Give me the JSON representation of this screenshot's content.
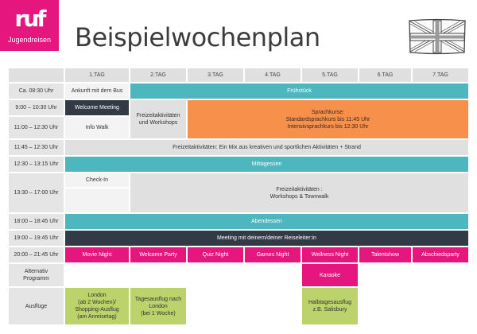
{
  "logo": {
    "mark": "ruf",
    "subtitle": "Jugendreisen"
  },
  "title": "Beispielwochenplan",
  "flag_icon": "uk-flag-icon",
  "colors": {
    "brand_pink": "#e5177e",
    "teal": "#4db6be",
    "dark": "#323a45",
    "orange": "#f7904a",
    "green": "#bcd26a",
    "gray": "#e0e0e0"
  },
  "days": [
    "1.TAG",
    "2.TAG",
    "3.TAG",
    "4.TAG",
    "5.TAG",
    "6.TAG",
    "7.TAG"
  ],
  "rows": {
    "r0830": {
      "time": "Ca. 08:30 Uhr",
      "arrival": "Ankunft mit dem Bus",
      "breakfast": "Frühstück"
    },
    "r0900": {
      "time": "9:00 – 10:30 Uhr",
      "welcome": "Welcome Meeting",
      "leisure": "Freizeitaktivitäten\nund Workshops",
      "course": "Sprachkurse:\nStandardsprachkurs bis 11:45 Uhr\nIntensivsprachkurs bis 12:30 Uhr"
    },
    "r1100": {
      "time": "11:00 – 12:30 Uhr",
      "infowalk": "Info Walk"
    },
    "r1145": {
      "time": "11:45 – 12:30 Uhr",
      "leisure": "Freizeitaktivitäten: Ein Mix aus kreativen und sportlichen Aktivitäten + Strand"
    },
    "r1230": {
      "time": "12:30 – 13:15 Uhr",
      "lunch": "Mittagessen"
    },
    "r1330": {
      "time": "13:30 – 17:00 Uhr",
      "checkin": "Check-In",
      "leisure": "Freizeitaktivitäten :\nWorkshops & Townwalk"
    },
    "r1800": {
      "time": "18:00 – 18:45 Uhr",
      "dinner": "Abendessen"
    },
    "r1900": {
      "time": "19:00 – 19:45 Uhr",
      "meeting": "Meeting mit deinem/deiner Reiseleiter:in"
    },
    "r2000": {
      "time": "20:00 – 21:45 Uhr",
      "events": [
        "Movie Night",
        "Welcome Party",
        "Quiz Night",
        "Games Night",
        "Wellness Night",
        "Talentshow",
        "Abschiedsparty"
      ]
    },
    "alt": {
      "label": "Alternativ\nProgramm",
      "karaoke": "Karaoke"
    },
    "trips": {
      "label": "Ausflüge",
      "day1": "London\n(ab 2 Wochen)/\nShopping-Ausflug\n(am Anreisetag)",
      "day2": "Tagesausflug nach\nLondon\n(bei 1 Woche)",
      "day5": "Halbtagesausflug\nz.B. Salisbury"
    }
  }
}
